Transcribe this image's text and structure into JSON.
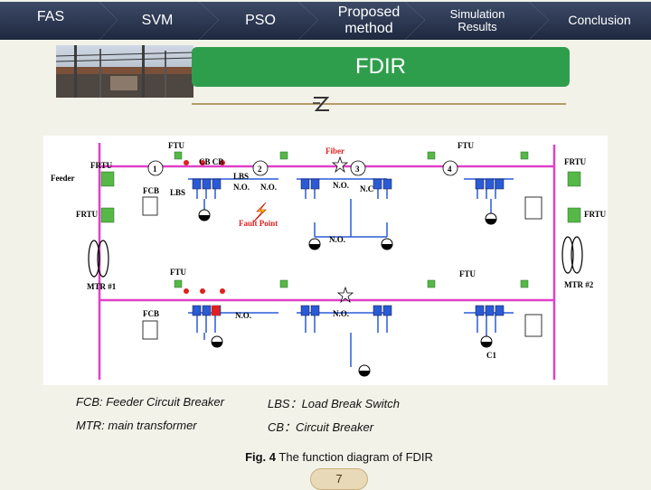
{
  "nav": {
    "items": [
      {
        "label": "FAS"
      },
      {
        "label": "SVM"
      },
      {
        "label": "PSO"
      },
      {
        "label": "Proposed method"
      },
      {
        "label": "Simulation Results"
      },
      {
        "label": "Conclusion"
      }
    ]
  },
  "banner": {
    "title": "FDIR"
  },
  "diagram": {
    "labels": {
      "frtu": "FRTU",
      "ftu": "FTU",
      "fiber": "Fiber",
      "feeder": "Feeder",
      "fcb": "FCB",
      "lbs": "LBS",
      "cb_cb": "CB  CB",
      "no": "N.O.",
      "nc": "N.C",
      "fault_point": "Fault Point",
      "mtr1": "MTR #1",
      "mtr2": "MTR #2",
      "c1": "C1",
      "zone1": "1",
      "zone2": "2",
      "zone3": "3",
      "zone4": "4"
    },
    "colors": {
      "pink": "#e040c8",
      "blue": "#2a5bd7",
      "fault_red": "#e02020",
      "green_box": "#55b847"
    }
  },
  "legend": {
    "fcb": "FCB: Feeder Circuit Breaker",
    "mtr": "MTR: main transformer",
    "lbs": "LBS：Load Break Switch",
    "cb": "CB：Circuit Breaker"
  },
  "caption": {
    "prefix": "Fig. 4",
    "text": " The function diagram of FDIR"
  },
  "page": {
    "number": "7"
  }
}
